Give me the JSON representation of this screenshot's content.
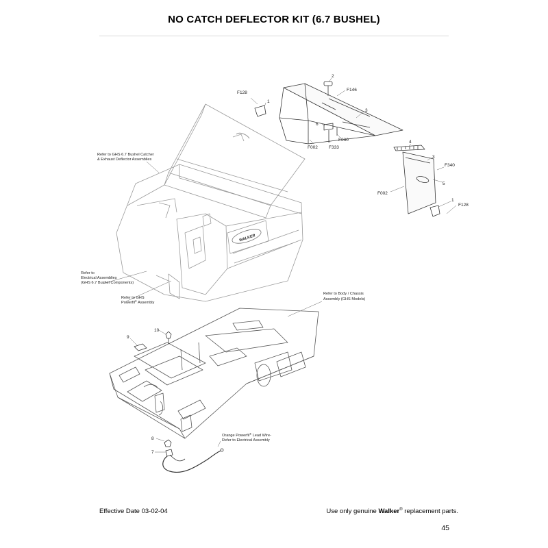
{
  "page": {
    "title": "NO CATCH DEFLECTOR KIT (6.7 BUSHEL)",
    "effective_date": "Effective Date 03-02-04",
    "footer_prefix": "Use only genuine ",
    "brand": "Walker",
    "registered_mark": "®",
    "footer_suffix": " replacement parts.",
    "page_number": "45"
  },
  "callouts": {
    "c1a": "1",
    "c2": "2",
    "c3a": "3",
    "c3b": "3",
    "c4": "4",
    "c5": "5",
    "c6": "6",
    "c1b": "1",
    "c7": "7",
    "c8": "8",
    "c9": "9",
    "c10": "10",
    "f128a": "F128",
    "f146": "F146",
    "f002a": "F002",
    "f333": "F333",
    "f030": "F030",
    "f340": "F340",
    "f002b": "F002",
    "f128b": "F128"
  },
  "notes": {
    "catcher_1": "Refer to GHS 6.7 Bushel Catcher",
    "catcher_2": "& Exhaust Deflector Assemblies",
    "electrical_1": "Refer to",
    "electrical_2": "Electrical Assemblies",
    "electrical_3": "(GHS 6.7 Bushel Components)",
    "powerfill_1": "Refer to GHS",
    "powerfill_2": "Powerfil",
    "powerfill_3": " Assembly",
    "body_1": "Refer to Body / Chassis",
    "body_2": "Assembly (GHS Models)",
    "leadwire_1": "Orange Powerfil",
    "leadwire_2": " Lead Wire-",
    "leadwire_3": "Refer to Electrical Assembly",
    "registered_mark": "®"
  },
  "emblem_text": "WALKER"
}
